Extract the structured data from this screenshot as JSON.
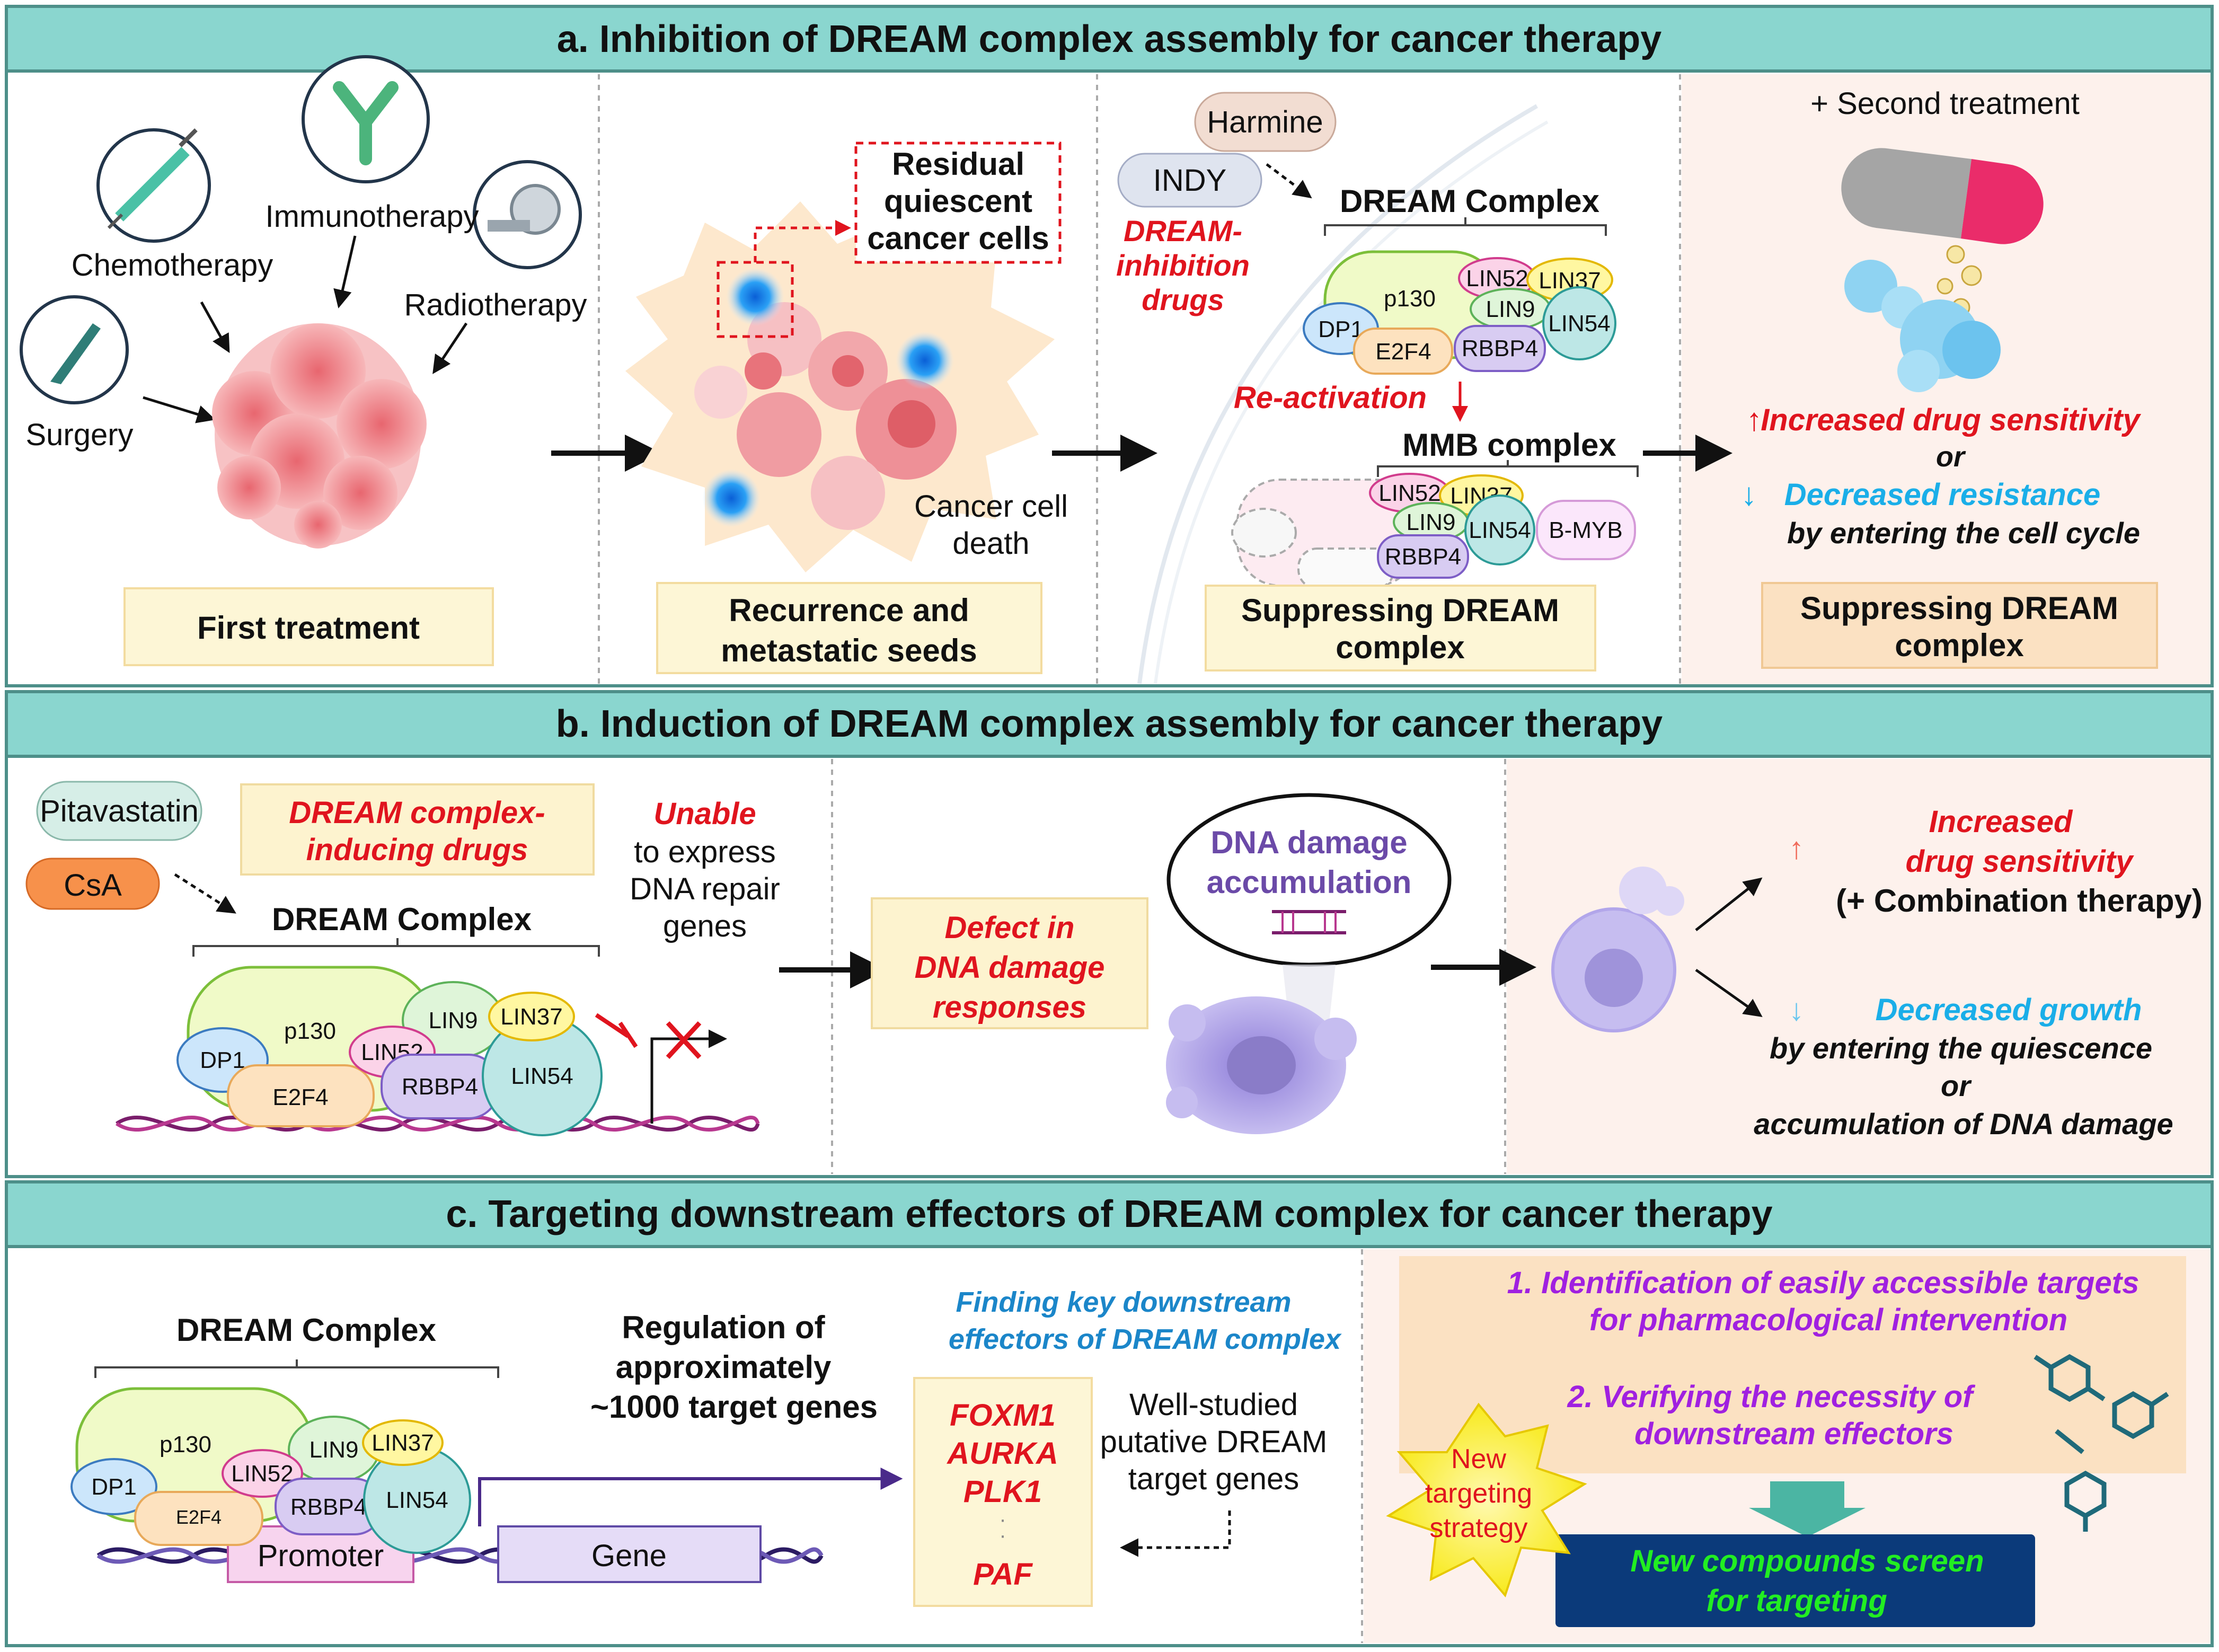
{
  "panel_a": {
    "title": "a. Inhibition of DREAM complex assembly for cancer therapy",
    "treatments": [
      "Chemotherapy",
      "Immunotherapy",
      "Radiotherapy",
      "Surgery"
    ],
    "first_treatment": "First treatment",
    "residual": [
      "Residual",
      "quiescent",
      "cancer cells"
    ],
    "cancer_death": [
      "Cancer cell",
      "death"
    ],
    "recurrence": [
      "Recurrence and",
      "metastatic seeds"
    ],
    "harmine": "Harmine",
    "indy": "INDY",
    "drugs_label": [
      "DREAM-",
      "inhibition",
      "drugs"
    ],
    "dream_complex": "DREAM Complex",
    "reactivation": "Re-activation",
    "mmb_complex": "MMB complex",
    "suppressing": [
      "Suppressing DREAM",
      "complex"
    ],
    "second_treatment": "+ Second treatment",
    "increased": "Increased drug sensitivity",
    "or": "or",
    "decreased": "Decreased resistance",
    "cell_cycle": "by entering the cell cycle",
    "suppressing2": [
      "Suppressing DREAM",
      "complex"
    ]
  },
  "proteins": {
    "p130": "p130",
    "dp1": "DP1",
    "e2f4": "E2F4",
    "lin52": "LIN52",
    "lin37": "LIN37",
    "lin9": "LIN9",
    "lin54": "LIN54",
    "rbbp4": "RBBP4",
    "bmyb": "B-MYB"
  },
  "panel_b": {
    "title": "b. Induction of DREAM complex assembly for cancer therapy",
    "pitavastatin": "Pitavastatin",
    "csa": "CsA",
    "drugs_label": [
      "DREAM complex-",
      "inducing drugs"
    ],
    "dream_complex": "DREAM Complex",
    "unable": "Unable",
    "express": [
      "to express",
      "DNA repair",
      "genes"
    ],
    "defect": [
      "Defect in",
      "DNA damage",
      "responses"
    ],
    "accumulation": [
      "DNA damage",
      "accumulation"
    ],
    "increased": [
      "Increased",
      "drug sensitivity"
    ],
    "combination": "(+ Combination therapy)",
    "decreased": "Decreased growth",
    "quiescence": "by entering the quiescence",
    "or": "or",
    "accum_damage": "accumulation of DNA damage"
  },
  "panel_c": {
    "title": "c. Targeting downstream effectors of DREAM complex for cancer therapy",
    "dream_complex": "DREAM Complex",
    "promoter": "Promoter",
    "gene": "Gene",
    "regulation": [
      "Regulation of",
      "approximately",
      "~1000 target genes"
    ],
    "finding": [
      "Finding key downstream",
      "effectors of DREAM complex"
    ],
    "genes": [
      "FOXM1",
      "AURKA",
      "PLK1",
      "PAF"
    ],
    "well_studied": [
      "Well-studied",
      "putative DREAM",
      "target genes"
    ],
    "step1": [
      "1.  Identification of  easily accessible targets",
      "for pharmacological intervention"
    ],
    "step2": [
      "2. Verifying the necessity of",
      "downstream effectors"
    ],
    "new_strategy": [
      "New",
      "targeting",
      "strategy"
    ],
    "screen": [
      "New compounds screen",
      "for targeting"
    ]
  }
}
